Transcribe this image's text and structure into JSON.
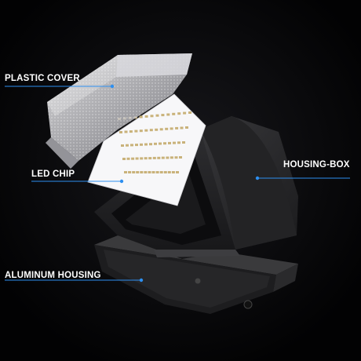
{
  "labels": {
    "plastic_cover": "PLASTIC COVER",
    "led_chip": "LED CHIP",
    "housing_box": "HOUSING-BOX",
    "aluminum_housing": "ALUMINUM HOUSING"
  },
  "colors": {
    "background": "#020203",
    "leader_line": "#2d8ff0",
    "label_text": "#ffffff",
    "housing": "#2c2c2e",
    "led_diode": "#c9b27a"
  },
  "led_rows": 5
}
